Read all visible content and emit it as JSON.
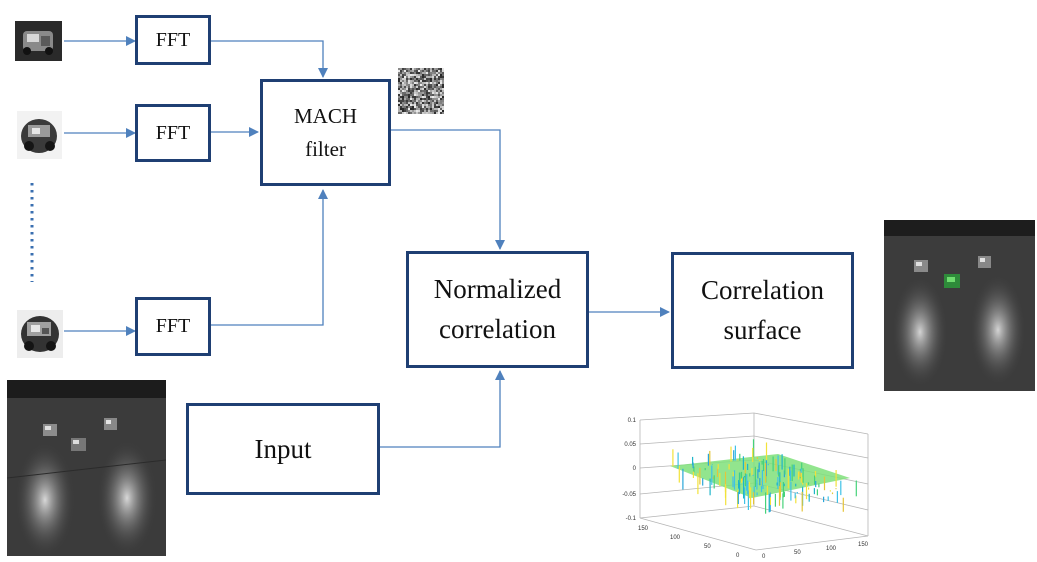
{
  "blocks": {
    "fft1": "FFT",
    "fft2": "FFT",
    "fft3": "FFT",
    "mach": "MACH\nfilter",
    "norm": "Normalized\ncorrelation",
    "corr": "Correlation\nsurface",
    "input": "Input"
  },
  "plot_ticks": {
    "z": [
      "0.1",
      "0.05",
      "0",
      "-0.05",
      "-0.1"
    ],
    "x": [
      "150",
      "100",
      "50",
      "0"
    ],
    "y": [
      "0",
      "50",
      "100",
      "150"
    ]
  },
  "colors": {
    "box_border": "#1f3f73",
    "arrow": "#4f81bd",
    "dots": "#3a6fb0"
  }
}
